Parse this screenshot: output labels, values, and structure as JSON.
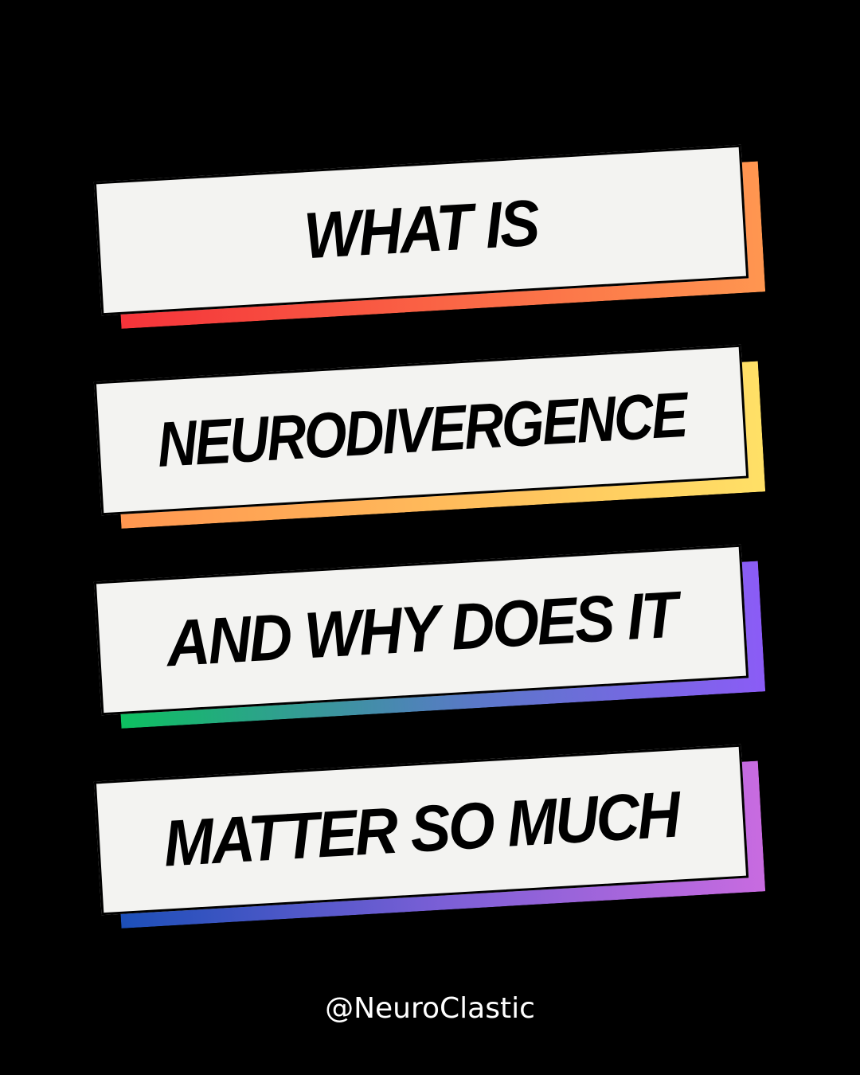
{
  "lines": [
    "WHAT IS",
    "NEURODIVERGENCE",
    "AND WHY DOES IT",
    "MATTER SO MUCH"
  ],
  "handle": "@NeuroClastic",
  "colors": {
    "background": "#000000",
    "card": "#f3f3f1",
    "gradient1": [
      "#f5333a",
      "#ff9650"
    ],
    "gradient2": [
      "#ff9650",
      "#ffe066"
    ],
    "gradient3": [
      "#0dc060",
      "#8b5cf6"
    ],
    "gradient4": [
      "#1c4fb8",
      "#c86be0"
    ]
  }
}
